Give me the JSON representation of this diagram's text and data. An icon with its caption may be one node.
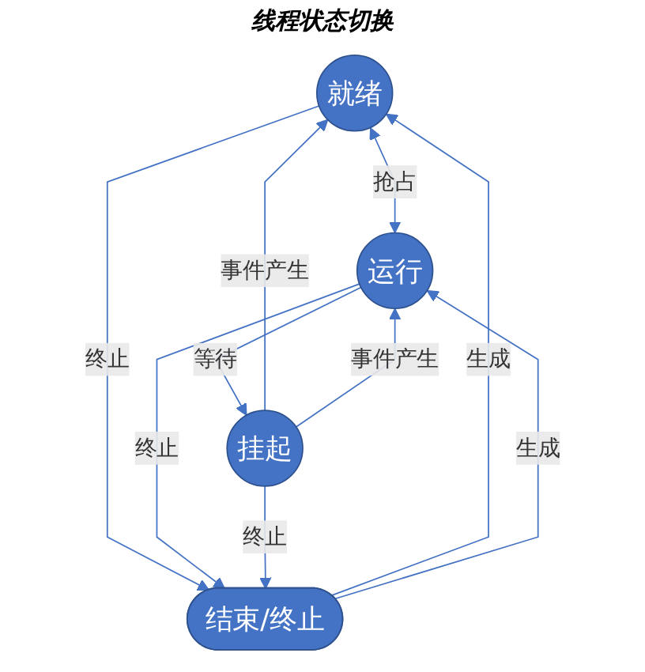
{
  "diagram": {
    "title": "线程状态切换",
    "nodes": [
      {
        "text": [
          "就绪"
        ]
      },
      {
        "text": [
          "挂起"
        ]
      },
      {
        "text": [
          "运行"
        ]
      },
      {
        "text": [
          "结束/终止"
        ]
      }
    ],
    "edges": [
      {
        "from": 1,
        "to": 0,
        "arrow": "to",
        "label": "事件产生"
      },
      {
        "from": 0,
        "to": 2,
        "arrow": "both",
        "label": "抢占"
      },
      {
        "from": 1,
        "to": 2,
        "arrow": "to",
        "label": "事件产生"
      },
      {
        "from": 2,
        "to": 1,
        "arrow": "to",
        "label": "等待"
      },
      {
        "from": 3,
        "to": 0,
        "arrow": "to",
        "label": "生成"
      },
      {
        "from": 0,
        "to": 3,
        "arrow": "to",
        "label": "终止"
      },
      {
        "from": 2,
        "to": 3,
        "arrow": "to",
        "label": "终止"
      },
      {
        "from": 3,
        "to": 2,
        "arrow": "to",
        "label": "生成"
      },
      {
        "from": 1,
        "to": 3,
        "arrow": "to",
        "label": "终止"
      }
    ]
  }
}
